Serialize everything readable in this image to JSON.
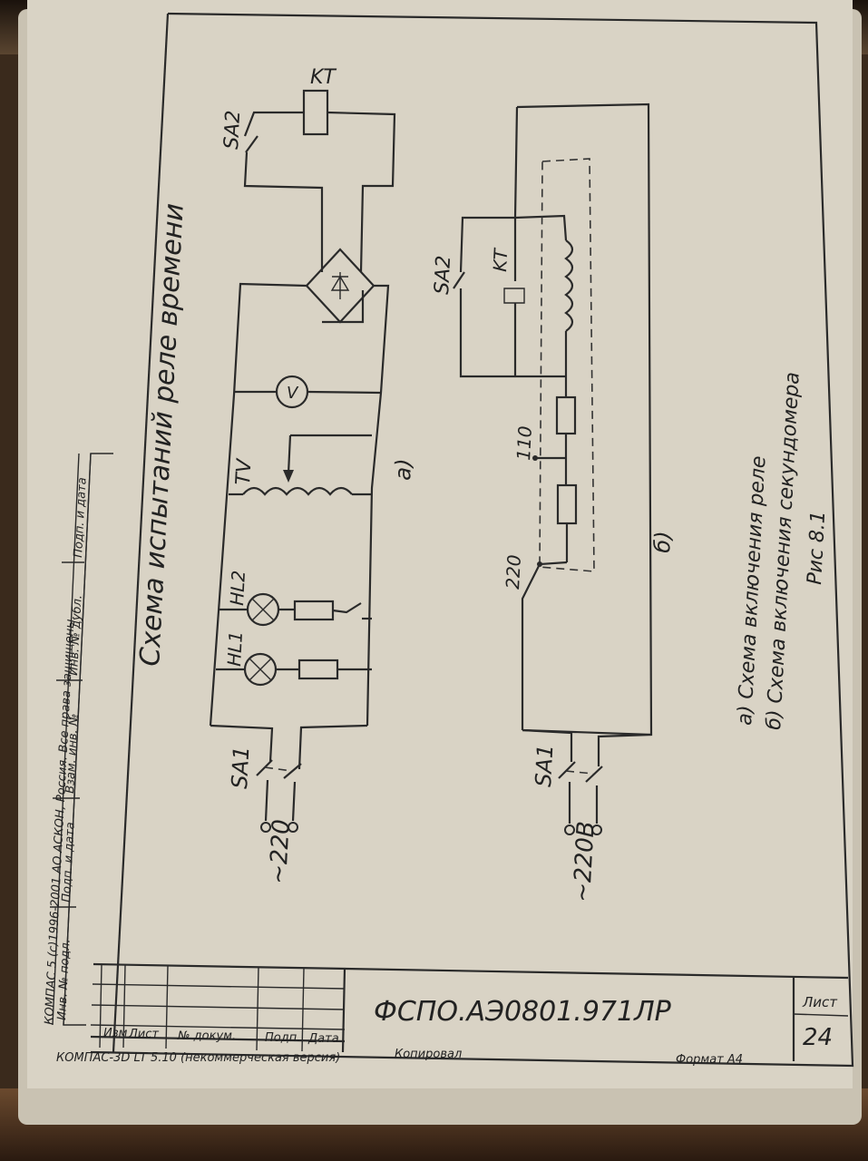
{
  "title": "Схема испытаний реле времени",
  "sub_a": "а)",
  "sub_b": "б)",
  "caption_a": "а) Схема включения реле",
  "caption_b": "б) Схема включения секундомера",
  "figure": "Рис 8.1",
  "labels": {
    "kt": "KT",
    "sa2": "SA2",
    "sa1": "SA1",
    "tv": "TV",
    "hl1": "HL1",
    "hl2": "HL2",
    "v": "V",
    "supply_a": "~220",
    "supply_b": "~220В",
    "tap_110": "110",
    "tap_220": "220"
  },
  "side_strip": {
    "copyright": "КОМПАС 5 (с)1996-2001 АО АСКОН, Россия. Все права защищены.",
    "cells": [
      "Инв. № подл.",
      "Подп. и дата",
      "Взам. инв. №",
      "Инв. № дубл.",
      "Подп. и дата"
    ]
  },
  "title_block": {
    "cols": [
      "Изм",
      "Лист",
      "№ докум.",
      "Подп.",
      "Дата"
    ],
    "doc_code": "ФСПО.АЭ0801.971ЛР",
    "sheet_label": "Лист",
    "sheet_number": "24",
    "copied": "Копировал",
    "format": "Формат А4",
    "software": "КОМПАС-3D LT 5.10 (некоммерческая версия)"
  }
}
